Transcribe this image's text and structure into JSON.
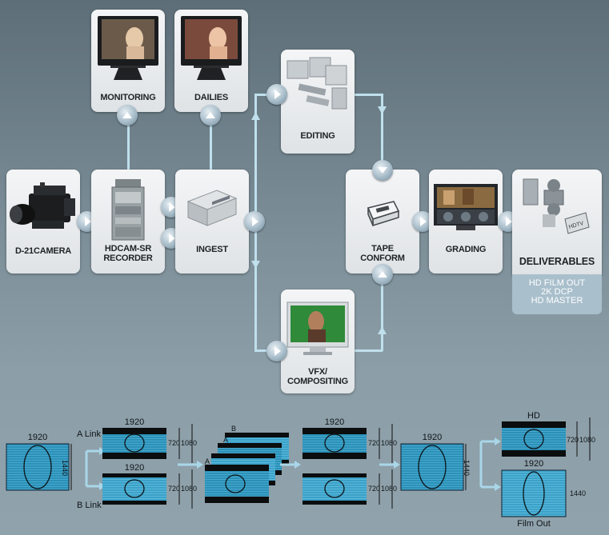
{
  "nodes": {
    "monitoring": "MONITORING",
    "dailies": "DAILIES",
    "editing": "EDITING",
    "camera": "D-21CAMERA",
    "recorder_line1": "HDCAM-SR",
    "recorder_line2": "RECORDER",
    "ingest": "INGEST",
    "tape_line1": "TAPE",
    "tape_line2": "CONFORM",
    "grading": "GRADING",
    "deliverables": "DELIVERABLES",
    "vfx_line1": "VFX/",
    "vfx_line2": "COMPOSITING"
  },
  "deliverables_list": [
    "HD FILM OUT",
    "2K DCP",
    "HD MASTER"
  ],
  "bottom": {
    "src_width": "1920",
    "src_height": "1440",
    "a_link": "A Link",
    "b_link": "B Link",
    "a_width": "1920",
    "a_h1": "720",
    "a_h2": "1080",
    "b_width": "1920",
    "b_h1": "720",
    "b_h2": "1080",
    "stack_b": "B",
    "stack_a1": "A",
    "stack_a2": "A",
    "mid_top_width": "1920",
    "mid_top_h1": "720",
    "mid_top_h2": "1080",
    "mid_bot_h1": "720",
    "mid_bot_h2": "1080",
    "conv_width": "1920",
    "conv_height": "1440",
    "hd": "HD",
    "hd_h1": "720",
    "hd_h2": "1080",
    "film_width": "1920",
    "film_height": "1440",
    "film_out": "Film Out"
  },
  "colors": {
    "accent": "#1d8fb8",
    "connector": "#bfe0ec",
    "panel": "#eceff1"
  }
}
